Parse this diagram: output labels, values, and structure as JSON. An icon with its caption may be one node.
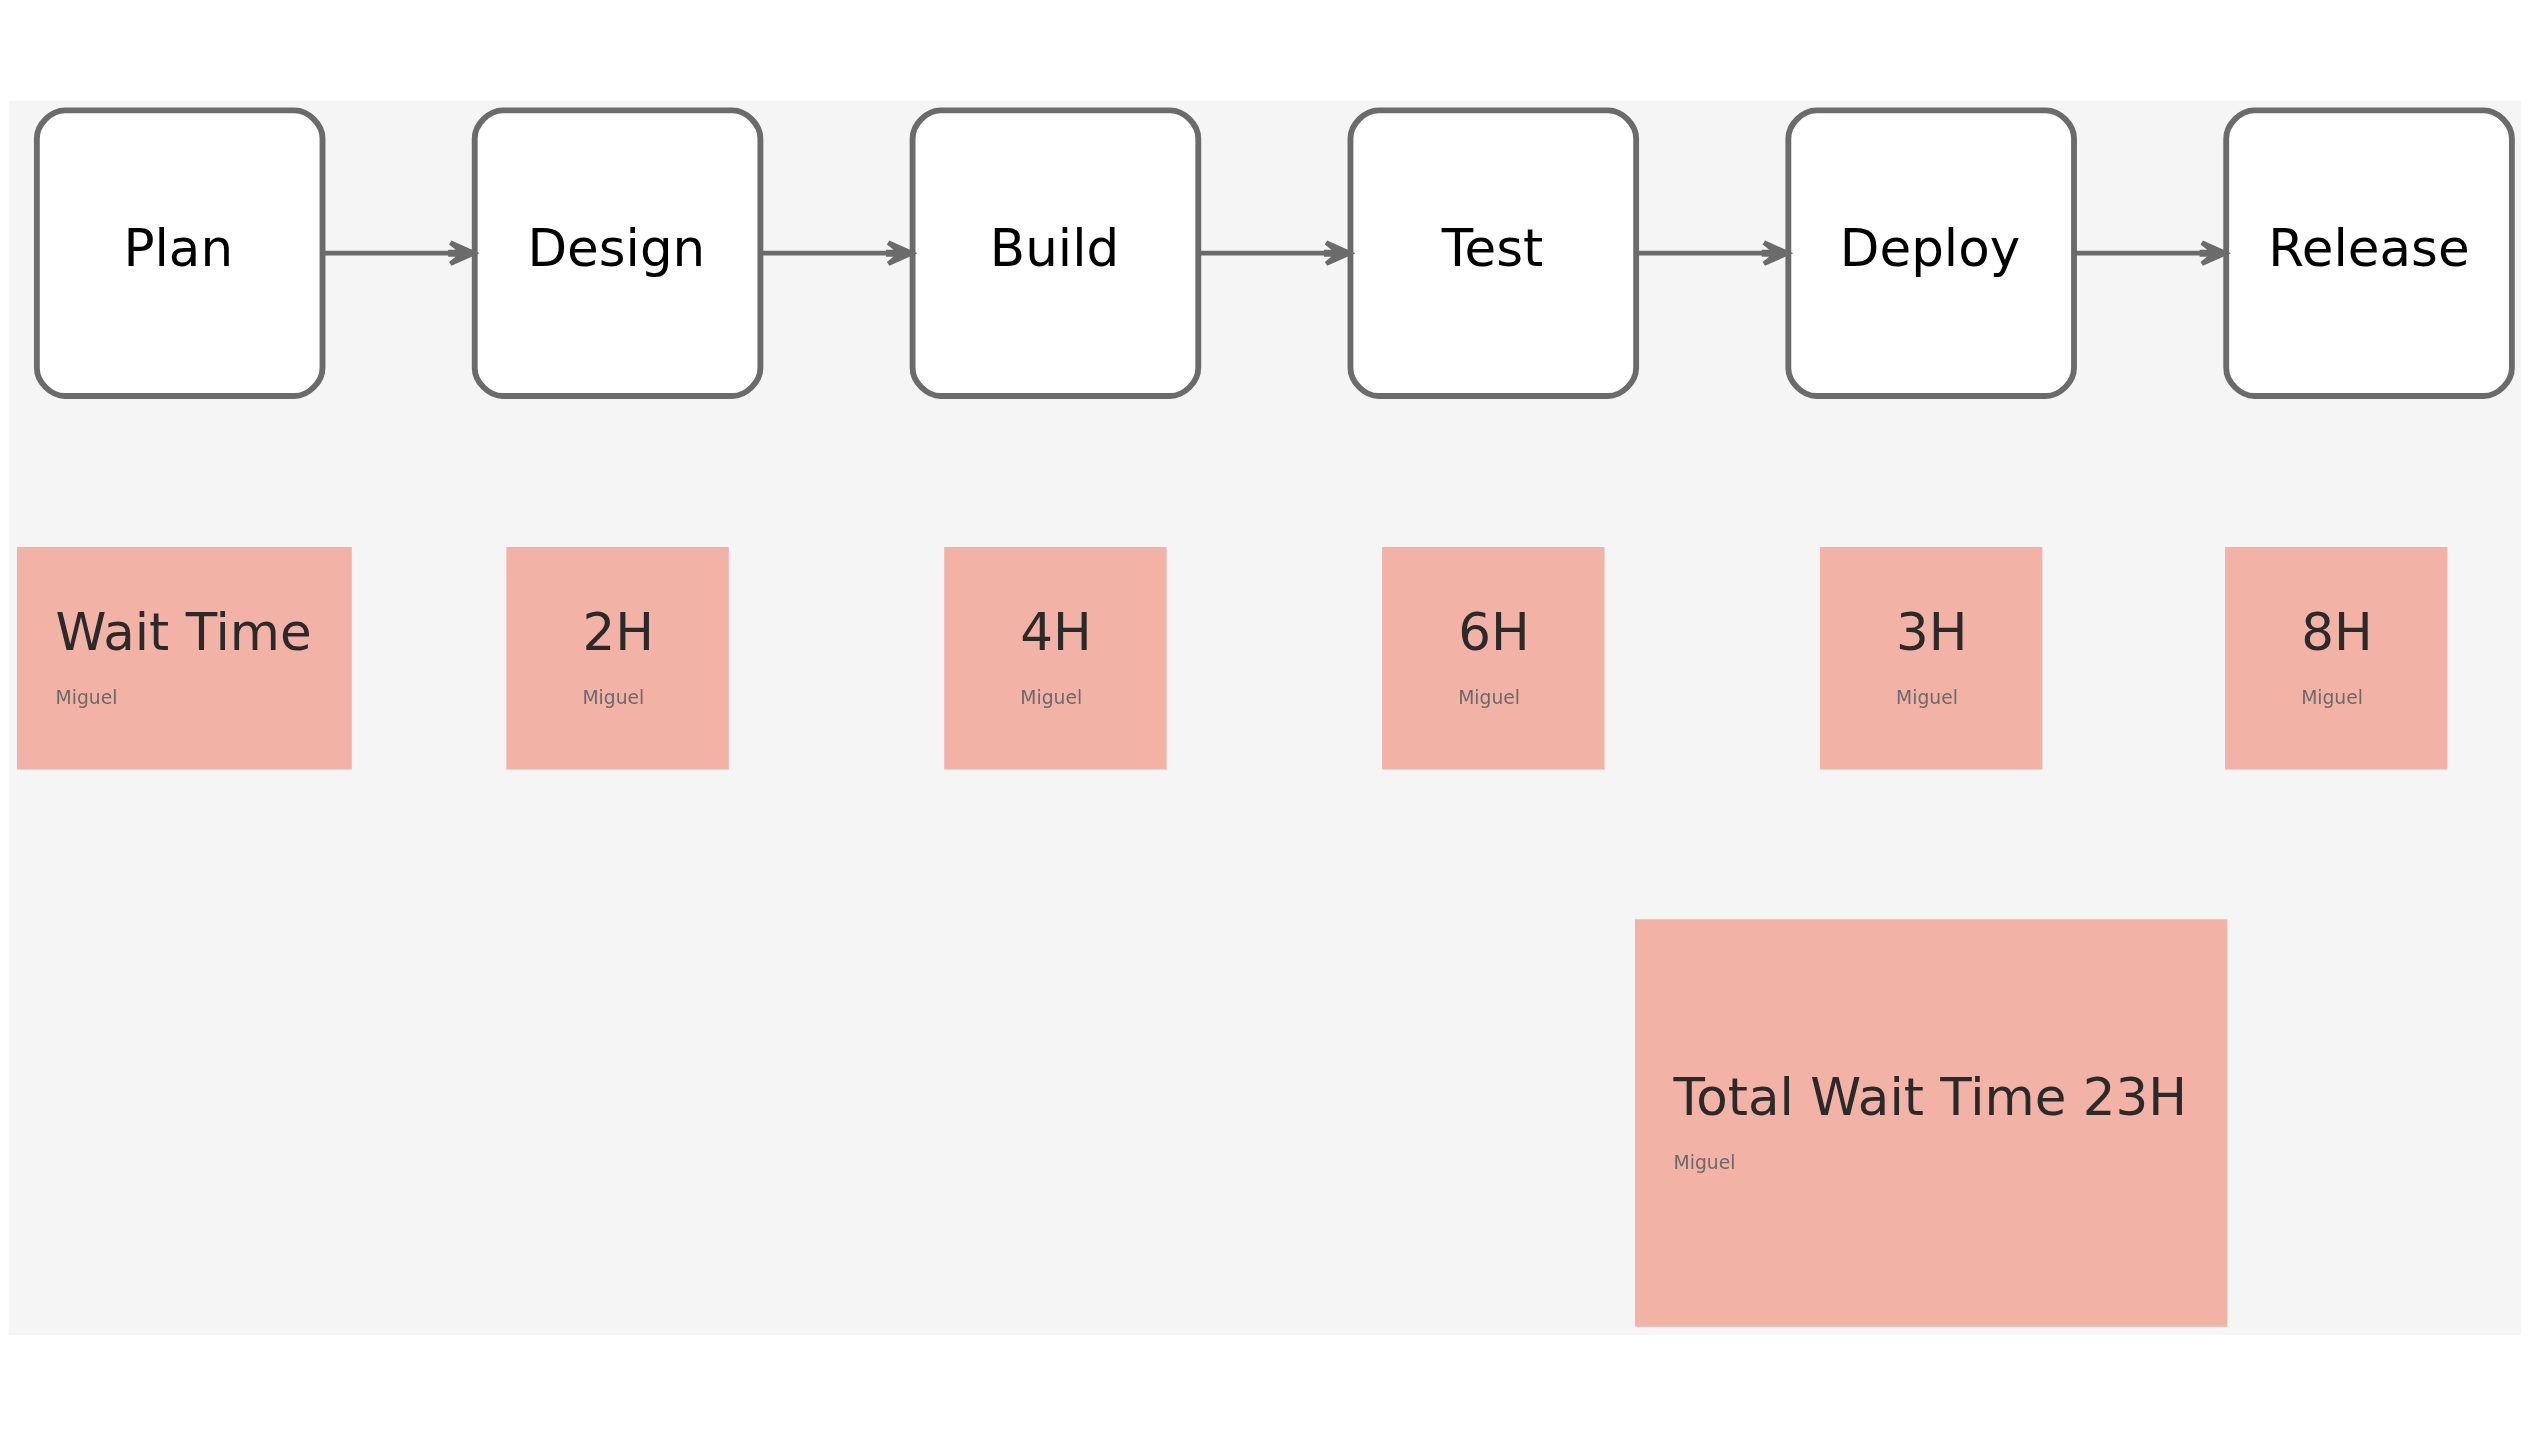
{
  "diagram": {
    "nodes": [
      {
        "text": [
          "Plan"
        ]
      },
      {
        "text": [
          "Design"
        ]
      },
      {
        "text": [
          "Build"
        ]
      },
      {
        "text": [
          "Test"
        ]
      },
      {
        "text": [
          "Deploy"
        ]
      },
      {
        "text": [
          "Release"
        ]
      },
      {
        "text": [
          "Wait Time",
          "Miguel"
        ]
      },
      {
        "text": [
          "2H",
          "Miguel"
        ]
      },
      {
        "text": [
          "4H",
          "Miguel"
        ]
      },
      {
        "text": [
          "6H",
          "Miguel"
        ]
      },
      {
        "text": [
          "3H",
          "Miguel"
        ]
      },
      {
        "text": [
          "8H",
          "Miguel"
        ]
      },
      {
        "text": [
          "Total Wait Time 23H",
          "Miguel"
        ]
      }
    ],
    "edges": [
      {
        "from": 0,
        "to": 1,
        "arrow": "to"
      },
      {
        "from": 1,
        "to": 2,
        "arrow": "to"
      },
      {
        "from": 2,
        "to": 3,
        "arrow": "to"
      },
      {
        "from": 3,
        "to": 4,
        "arrow": "to"
      },
      {
        "from": 4,
        "to": 5,
        "arrow": "to"
      }
    ]
  }
}
